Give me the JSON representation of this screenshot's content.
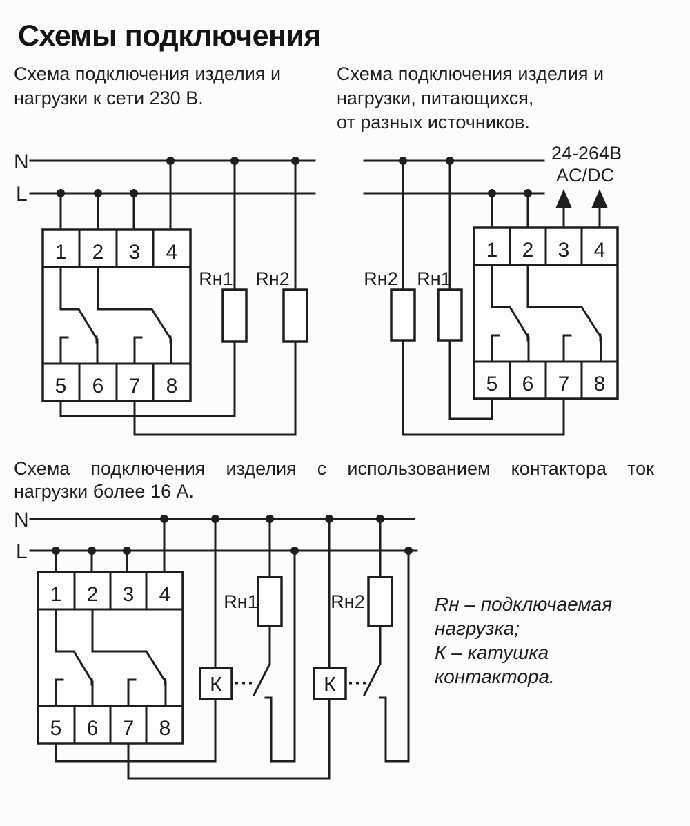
{
  "title": "Схемы подключения",
  "captions": {
    "left": [
      "Схема подключения изделия и",
      "нагрузки к сети 230 В."
    ],
    "right": [
      "Схема подключения изделия и",
      "нагрузки, питающихся,",
      "от разных источников."
    ],
    "bottom": [
      "Схема подключения изделия с использованием контактора ток",
      "нагрузки более 16 А."
    ]
  },
  "labels": {
    "neutral": "N",
    "phase": "L",
    "load1": "Rн1",
    "load2": "Rн2",
    "aux_voltage": "24-264В",
    "aux_type": "AC/DC",
    "coil": "К"
  },
  "terminals": {
    "top": [
      "1",
      "2",
      "3",
      "4"
    ],
    "bottom": [
      "5",
      "6",
      "7",
      "8"
    ]
  },
  "legend": [
    "Rн – подключаемая",
    "нагрузка;",
    "К – катушка",
    "контактора."
  ],
  "colors": {
    "line": "#1e1e1e",
    "background": "#fcfcfa"
  }
}
